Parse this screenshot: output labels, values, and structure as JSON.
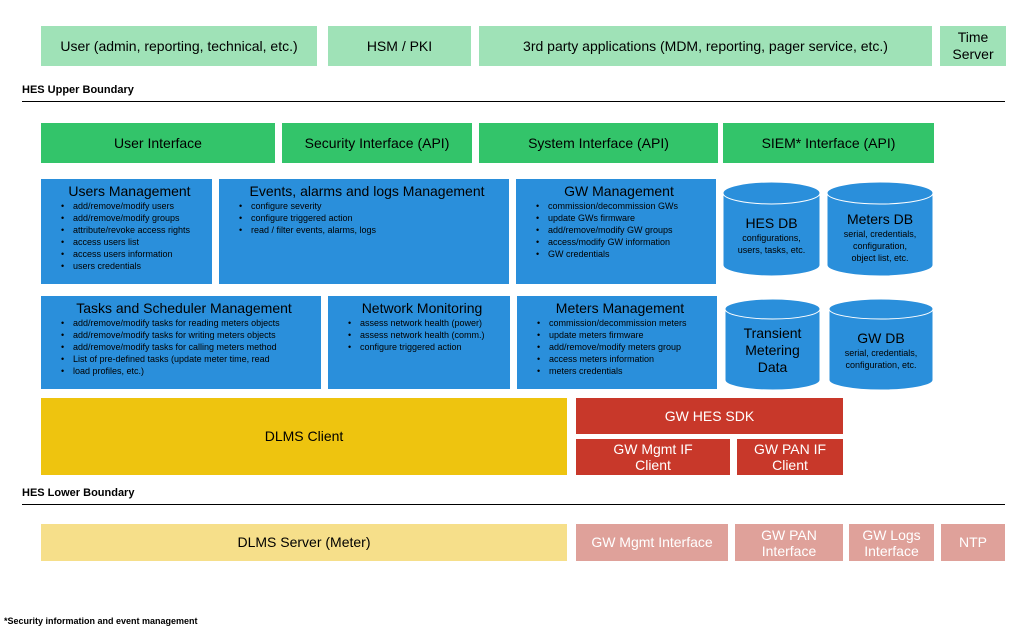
{
  "top_row": {
    "user": "User (admin, reporting, technical, etc.)",
    "hsm": "HSM / PKI",
    "third_party": "3rd party applications (MDM, reporting, pager service, etc.)",
    "time_server_line1": "Time",
    "time_server_line2": "Server"
  },
  "upper_boundary": "HES Upper Boundary",
  "interfaces": {
    "user": "User Interface",
    "security": "Security Interface (API)",
    "system": "System Interface (API)",
    "siem": "SIEM* Interface (API)"
  },
  "users_mgmt": {
    "title": "Users Management",
    "items": [
      "add/remove/modify users",
      "add/remove/modify groups",
      "attribute/revoke access rights",
      "access users list",
      "access users information",
      "users credentials"
    ]
  },
  "events_mgmt": {
    "title": "Events, alarms and logs Management",
    "items": [
      "configure severity",
      "configure triggered action",
      "read / filter events, alarms, logs"
    ]
  },
  "gw_mgmt": {
    "title": "GW Management",
    "items": [
      "commission/decommission GWs",
      "update GWs firmware",
      "add/remove/modify GW groups",
      "access/modify GW information",
      "GW credentials"
    ]
  },
  "tasks_mgmt": {
    "title": "Tasks and Scheduler Management",
    "items": [
      "add/remove/modify tasks for reading meters objects",
      "add/remove/modify tasks for writing meters objects",
      "add/remove/modify tasks for calling meters method",
      "List of pre-defined tasks (update meter time, read",
      "load profiles, etc.)"
    ]
  },
  "network_monitoring": {
    "title": "Network Monitoring",
    "items": [
      "assess network health (power)",
      "assess network health (comm.)",
      "configure triggered action"
    ]
  },
  "meters_mgmt": {
    "title": "Meters Management",
    "items": [
      "commission/decommission meters",
      "update meters firmware",
      "add/remove/modify meters group",
      "access meters information",
      "meters credentials"
    ]
  },
  "databases": {
    "hes_db": {
      "name": "HES DB",
      "desc1": "configurations,",
      "desc2": "users, tasks, etc."
    },
    "meters_db": {
      "name": "Meters DB",
      "desc1": "serial, credentials,",
      "desc2": "configuration,",
      "desc3": "object list, etc."
    },
    "transient": {
      "line1": "Transient",
      "line2": "Metering",
      "line3": "Data"
    },
    "gw_db": {
      "name": "GW DB",
      "desc1": "serial, credentials,",
      "desc2": "configuration, etc."
    }
  },
  "dlms_client": "DLMS Client",
  "gw_hes_sdk": "GW HES SDK",
  "gw_mgmt_if_client": {
    "line1": "GW Mgmt IF",
    "line2": "Client"
  },
  "gw_pan_if_client": {
    "line1": "GW PAN IF",
    "line2": "Client"
  },
  "lower_boundary": "HES Lower Boundary",
  "bottom_row": {
    "dlms_server": "DLMS Server (Meter)",
    "gw_mgmt_interface": "GW Mgmt Interface",
    "gw_pan_line1": "GW PAN",
    "gw_pan_line2": "Interface",
    "gw_logs_line1": "GW Logs",
    "gw_logs_line2": "Interface",
    "ntp": "NTP"
  },
  "footnote": "*Security information and event management",
  "colors": {
    "light_green": "#9fe2b7",
    "green": "#33c46a",
    "blue": "#2a8fdb",
    "yellow": "#eec40f",
    "light_yellow": "#f6df8a",
    "red": "#c8382a",
    "pink": "#dfa19a"
  }
}
